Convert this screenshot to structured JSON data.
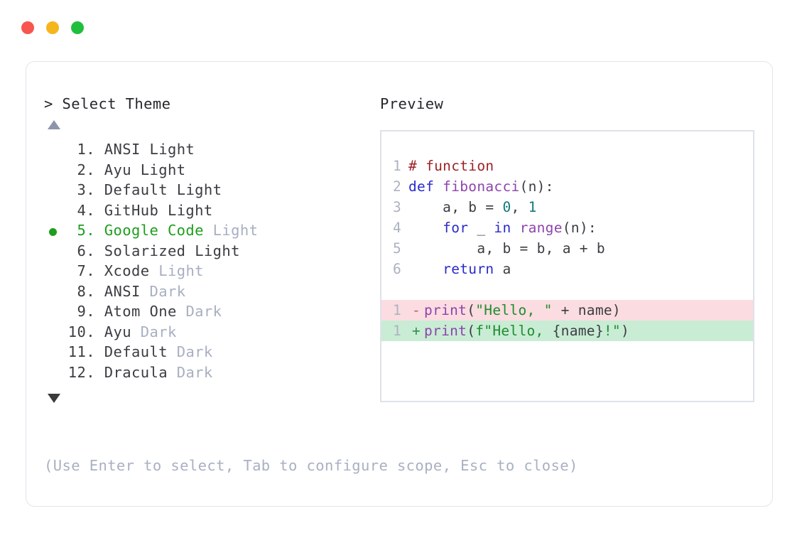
{
  "window": {
    "dots": [
      {
        "name": "close",
        "color": "#f7554e"
      },
      {
        "name": "minimize",
        "color": "#f5b61d"
      },
      {
        "name": "maximize",
        "color": "#1fbf3e"
      }
    ]
  },
  "selector": {
    "prompt": "> Select Theme",
    "scroll_up_icon": "triangle-up-icon",
    "scroll_down_icon": "triangle-down-icon",
    "selected_index": 5,
    "selected_bullet_color": "#1e9e1e",
    "items": [
      {
        "index": "1.",
        "name": "ANSI",
        "variant": "Light",
        "variant_muted": false,
        "selected": false
      },
      {
        "index": "2.",
        "name": "Ayu",
        "variant": "Light",
        "variant_muted": false,
        "selected": false
      },
      {
        "index": "3.",
        "name": "Default",
        "variant": "Light",
        "variant_muted": false,
        "selected": false
      },
      {
        "index": "4.",
        "name": "GitHub",
        "variant": "Light",
        "variant_muted": false,
        "selected": false
      },
      {
        "index": "5.",
        "name": "Google Code",
        "variant": "Light",
        "variant_muted": true,
        "selected": true
      },
      {
        "index": "6.",
        "name": "Solarized",
        "variant": "Light",
        "variant_muted": false,
        "selected": false
      },
      {
        "index": "7.",
        "name": "Xcode",
        "variant": "Light",
        "variant_muted": true,
        "selected": false
      },
      {
        "index": "8.",
        "name": "ANSI",
        "variant": "Dark",
        "variant_muted": true,
        "selected": false
      },
      {
        "index": "9.",
        "name": "Atom One",
        "variant": "Dark",
        "variant_muted": true,
        "selected": false
      },
      {
        "index": "10.",
        "name": "Ayu",
        "variant": "Dark",
        "variant_muted": true,
        "selected": false
      },
      {
        "index": "11.",
        "name": "Default",
        "variant": "Dark",
        "variant_muted": true,
        "selected": false
      },
      {
        "index": "12.",
        "name": "Dracula",
        "variant": "Dark",
        "variant_muted": true,
        "selected": false
      }
    ]
  },
  "hint": "(Use Enter to select, Tab to configure scope, Esc to close)",
  "preview": {
    "label": "Preview",
    "code_lines": [
      {
        "ln": "1",
        "tokens": [
          {
            "text": "# function",
            "type": "comment"
          }
        ]
      },
      {
        "ln": "2",
        "tokens": [
          {
            "text": "def ",
            "type": "keyword"
          },
          {
            "text": "fibonacci",
            "type": "func"
          },
          {
            "text": "(n):",
            "type": "punct"
          }
        ]
      },
      {
        "ln": "3",
        "tokens": [
          {
            "text": "    a, b = ",
            "type": "plain"
          },
          {
            "text": "0",
            "type": "num"
          },
          {
            "text": ", ",
            "type": "plain"
          },
          {
            "text": "1",
            "type": "num"
          }
        ]
      },
      {
        "ln": "4",
        "tokens": [
          {
            "text": "    ",
            "type": "plain"
          },
          {
            "text": "for",
            "type": "keyword"
          },
          {
            "text": " _ ",
            "type": "plain"
          },
          {
            "text": "in",
            "type": "keyword"
          },
          {
            "text": " ",
            "type": "plain"
          },
          {
            "text": "range",
            "type": "func"
          },
          {
            "text": "(n):",
            "type": "punct"
          }
        ]
      },
      {
        "ln": "5",
        "tokens": [
          {
            "text": "        a, b = b, a + b",
            "type": "plain"
          }
        ]
      },
      {
        "ln": "6",
        "tokens": [
          {
            "text": "    ",
            "type": "plain"
          },
          {
            "text": "return",
            "type": "keyword"
          },
          {
            "text": " a",
            "type": "plain"
          }
        ]
      }
    ],
    "diff_lines": [
      {
        "ln": "1",
        "mark": "-",
        "kind": "del",
        "tokens": [
          {
            "text": "print",
            "type": "func"
          },
          {
            "text": "(",
            "type": "punct"
          },
          {
            "text": "\"Hello, \"",
            "type": "string"
          },
          {
            "text": " + name)",
            "type": "plain"
          }
        ]
      },
      {
        "ln": "1",
        "mark": "+",
        "kind": "add",
        "tokens": [
          {
            "text": "print",
            "type": "func"
          },
          {
            "text": "(",
            "type": "punct"
          },
          {
            "text": "f\"Hello, ",
            "type": "string"
          },
          {
            "text": "{name}",
            "type": "plain"
          },
          {
            "text": "!\"",
            "type": "string"
          },
          {
            "text": ")",
            "type": "punct"
          }
        ]
      }
    ],
    "colors": {
      "comment": "#9b2226",
      "keyword": "#2a2aca",
      "function": "#8e44ad",
      "number": "#117a7a",
      "string": "#1e8c2e",
      "plain": "#3b3d42",
      "diff_del_bg": "#fbdce0",
      "diff_add_bg": "#c9ecd5"
    }
  }
}
